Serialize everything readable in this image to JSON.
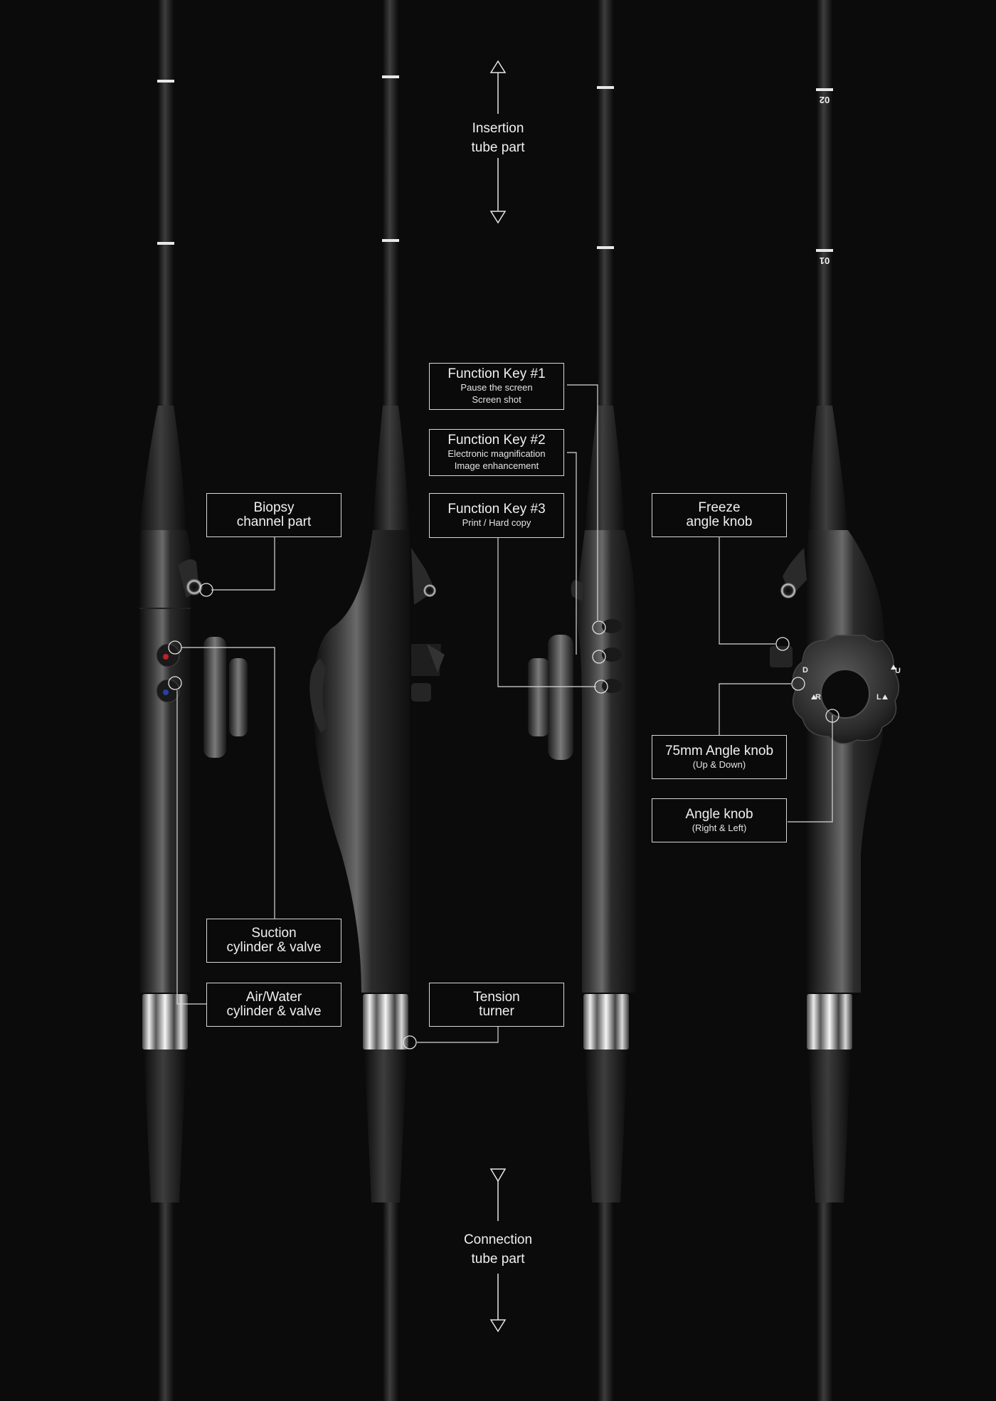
{
  "directions": {
    "top": [
      "Insertion",
      "tube part"
    ],
    "bottom": [
      "Connection",
      "tube part"
    ]
  },
  "labels": {
    "biopsy": {
      "title": [
        "Biopsy",
        "channel part"
      ]
    },
    "suction": {
      "title": [
        "Suction",
        "cylinder & valve"
      ]
    },
    "air_water": {
      "title": [
        "Air/Water",
        "cylinder & valve"
      ]
    },
    "tension": {
      "title": [
        "Tension",
        "turner"
      ]
    },
    "fk1": {
      "title": [
        "Function Key #1"
      ],
      "sub": [
        "Pause the screen",
        "Screen shot"
      ]
    },
    "fk2": {
      "title": [
        "Function Key #2"
      ],
      "sub": [
        "Electronic magnification",
        "Image enhancement"
      ]
    },
    "fk3": {
      "title": [
        "Function Key #3"
      ],
      "sub": [
        "Print / Hard copy"
      ]
    },
    "freeze": {
      "title": [
        "Freeze",
        "angle knob"
      ]
    },
    "ud_knob": {
      "title": [
        "75mm Angle knob"
      ],
      "sub": [
        "(Up & Down)"
      ]
    },
    "rl_knob": {
      "title": [
        "Angle knob"
      ],
      "sub": [
        "(Right & Left)"
      ]
    }
  },
  "tube_markings": {
    "upper": "02",
    "lower": "01"
  },
  "knob_letters": {
    "up": "U",
    "right": "R",
    "left": "L",
    "down": "D"
  },
  "colors": {
    "background": "#0b0b0b",
    "line": "#d8d8d8",
    "red_button": "#c0202a",
    "blue_button": "#2a3fa8"
  }
}
